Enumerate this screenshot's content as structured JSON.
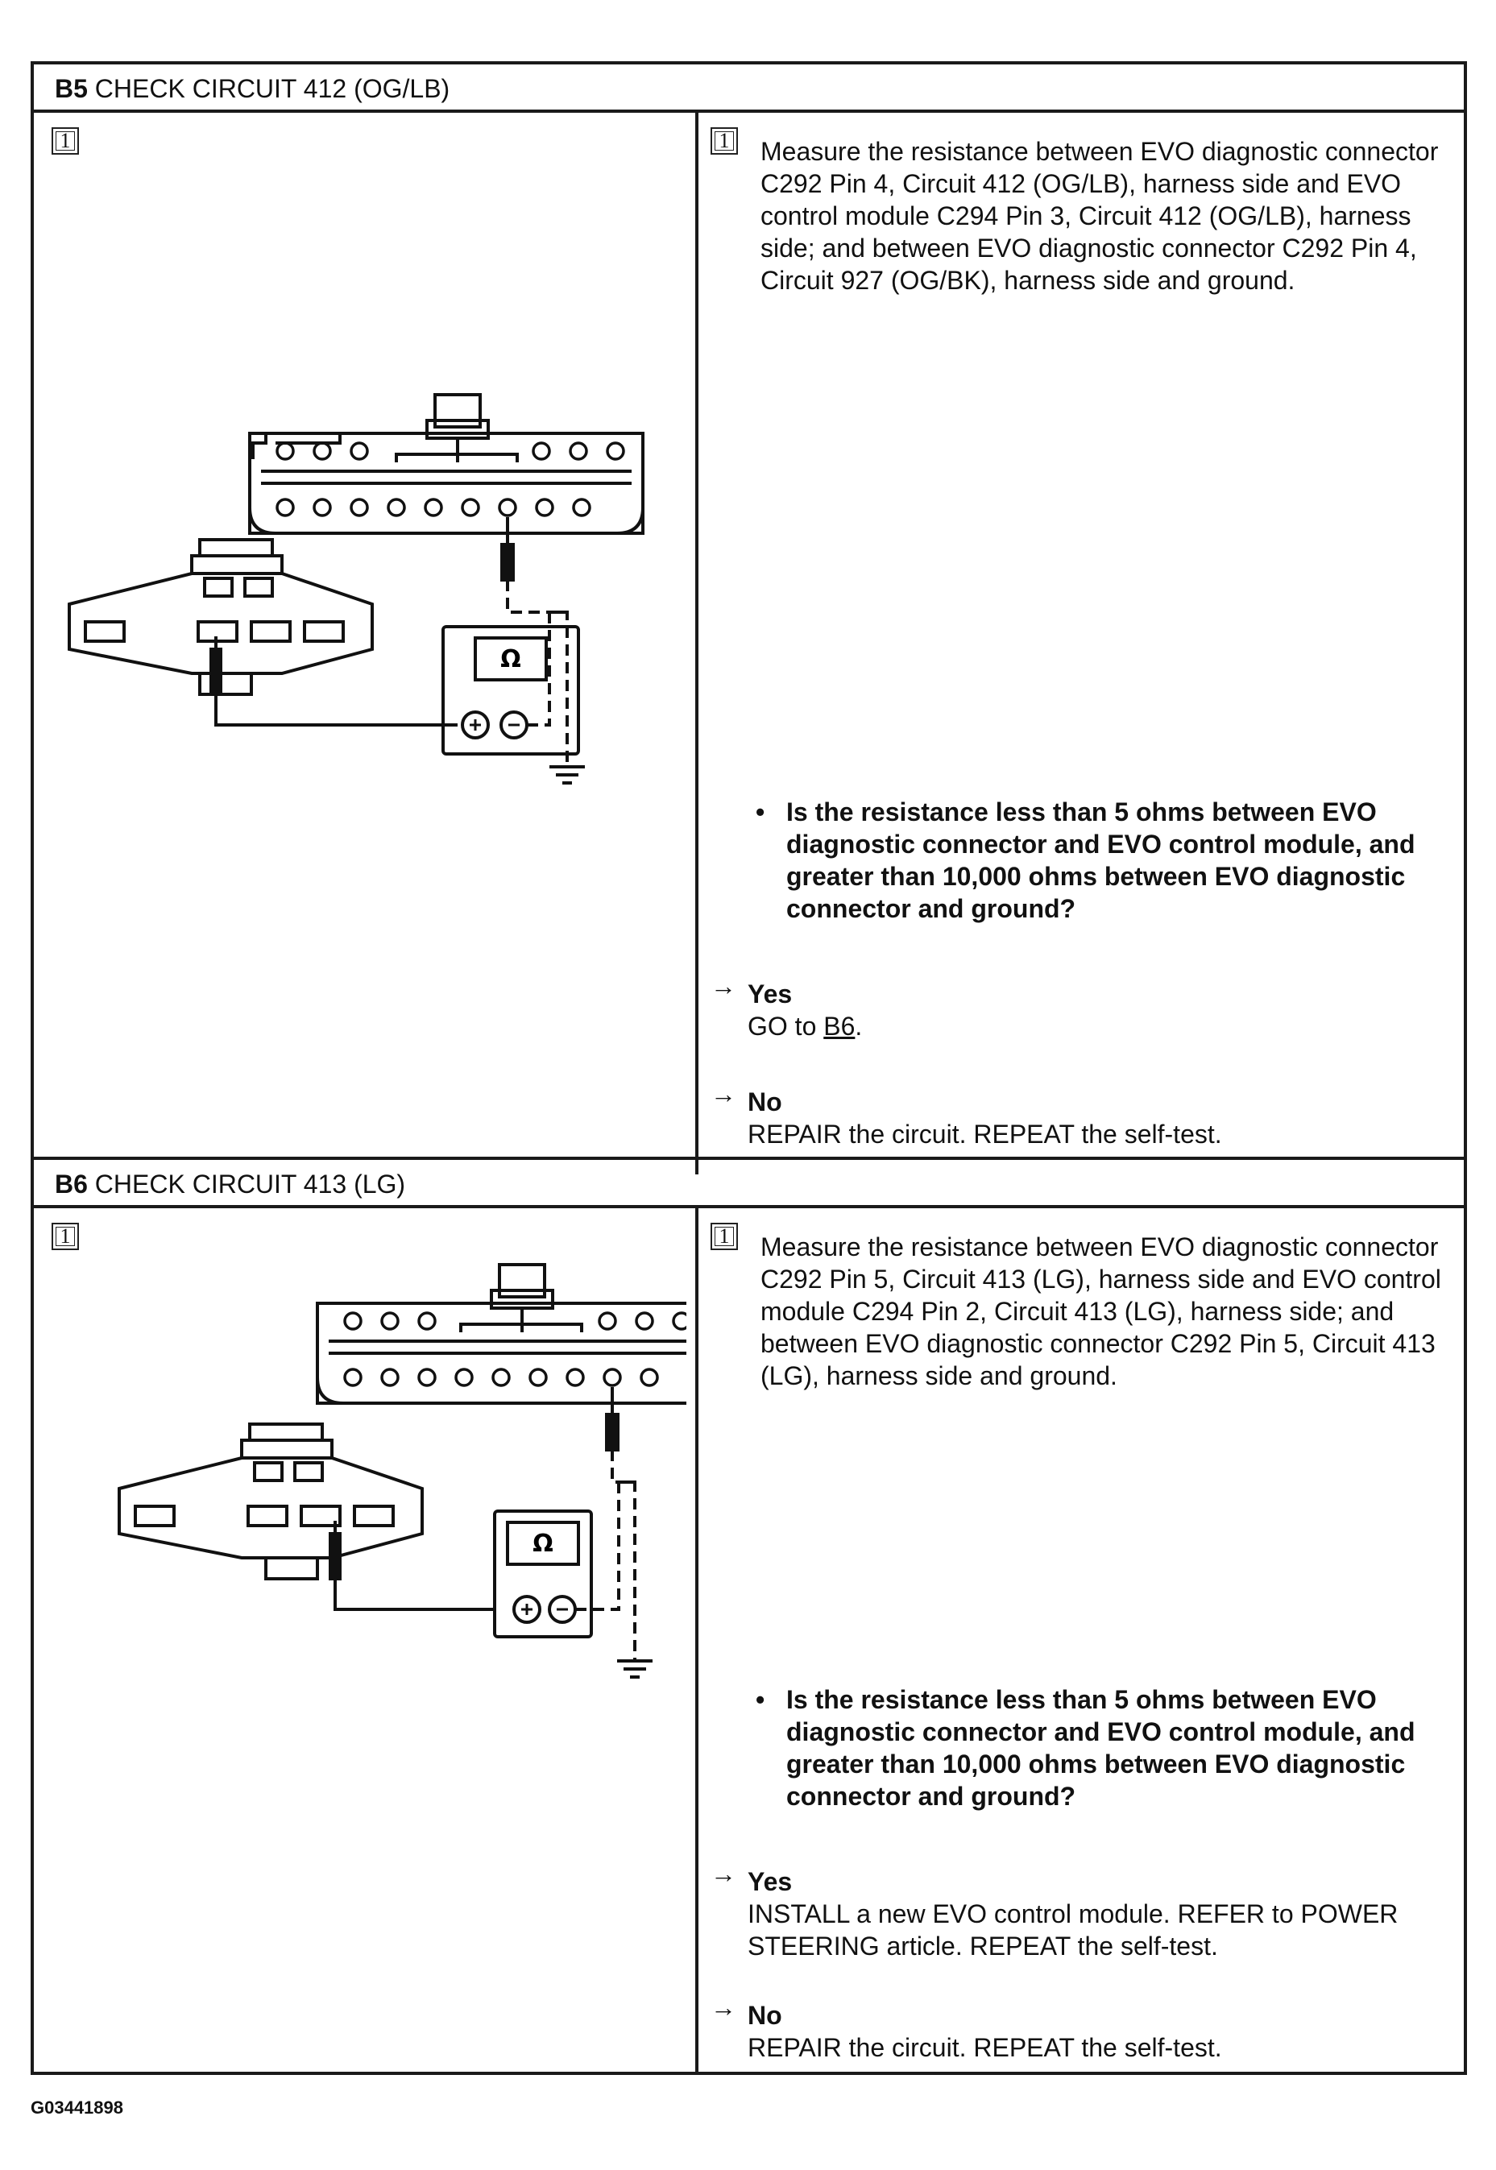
{
  "b5": {
    "id": "B5",
    "title": "CHECK CIRCUIT 412 (OG/LB)",
    "step_left": "1",
    "step_right": "1",
    "instruction": "Measure the resistance between EVO diagnostic connector C292 Pin 4, Circuit 412 (OG/LB), harness side and EVO control module C294 Pin 3, Circuit 412 (OG/LB), harness side; and between EVO diagnostic connector C292 Pin 4, Circuit 927 (OG/BK), harness side and ground.",
    "question": "Is the resistance less than 5 ohms between EVO diagnostic connector and EVO control module, and greater than 10,000 ohms between EVO diagnostic connector and ground?",
    "yes_label": "Yes",
    "yes_text_prefix": "GO to",
    "yes_link": "B6",
    "yes_text_suffix": ".",
    "no_label": "No",
    "no_text": "REPAIR the circuit. REPEAT the self-test.",
    "meter_symbol": "Ω"
  },
  "b6": {
    "id": "B6",
    "title": "CHECK CIRCUIT 413 (LG)",
    "step_left": "1",
    "step_right": "1",
    "instruction": "Measure the resistance between EVO diagnostic connector C292 Pin 5, Circuit 413 (LG), harness side and EVO control module C294 Pin 2, Circuit 413 (LG), harness side; and between EVO diagnostic connector C292 Pin 5, Circuit 413 (LG), harness side and ground.",
    "question": "Is the resistance less than 5 ohms between EVO diagnostic connector and EVO control module, and greater than 10,000 ohms between EVO diagnostic connector and ground?",
    "yes_label": "Yes",
    "yes_text": "INSTALL a new EVO control module. REFER to POWER STEERING article. REPEAT the self-test.",
    "no_label": "No",
    "no_text": "REPAIR the circuit. REPEAT the self-test.",
    "meter_symbol": "Ω"
  },
  "arrow_glyph": "→",
  "bullet_glyph": "•",
  "figure_id": "G03441898"
}
